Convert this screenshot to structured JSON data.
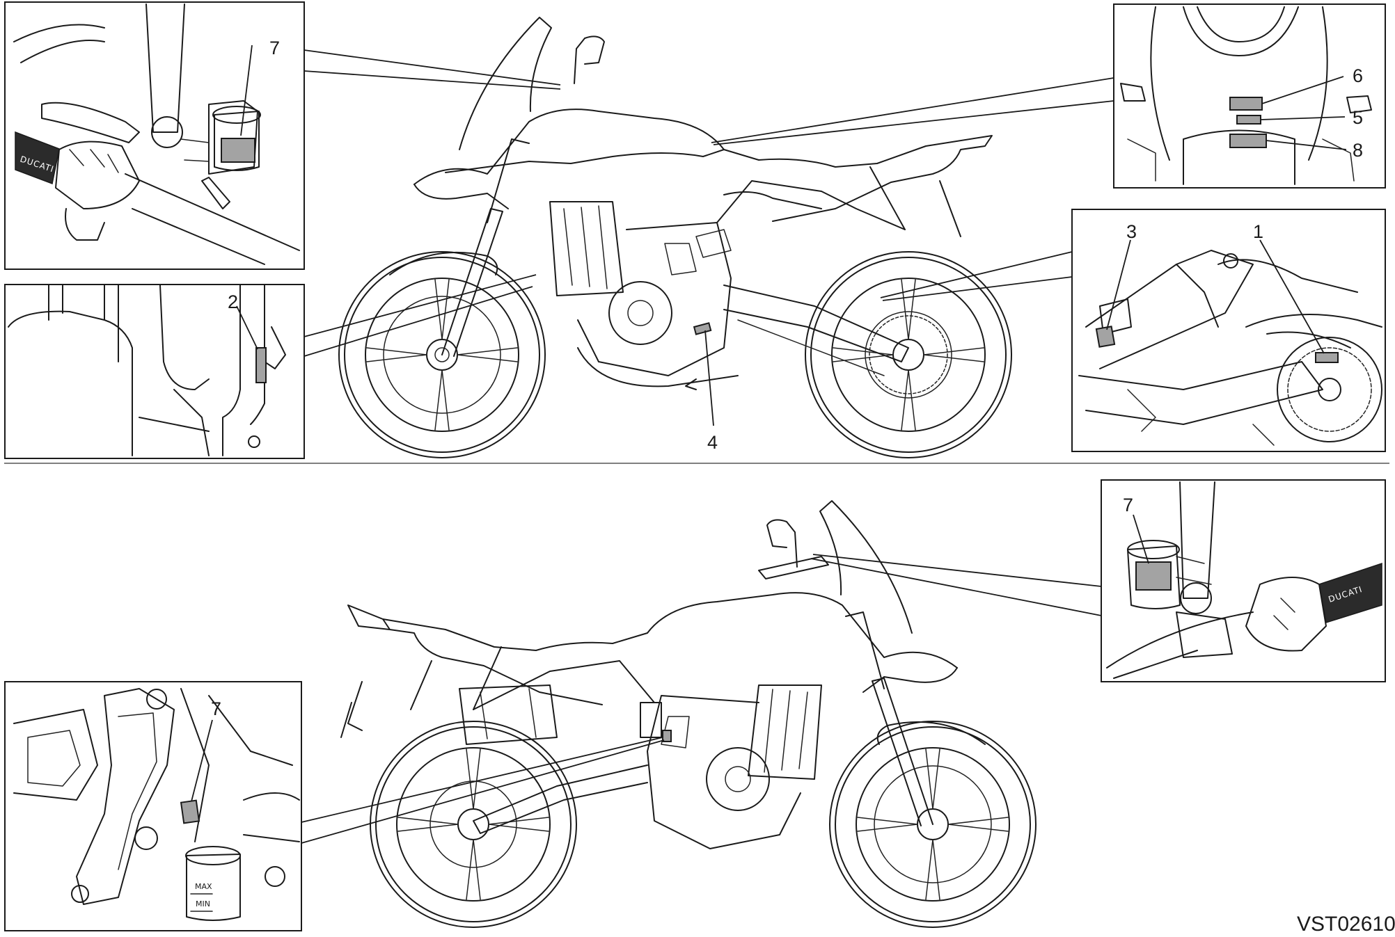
{
  "diagram": {
    "code": "VST02610",
    "callouts": {
      "n1": "1",
      "n2": "2",
      "n3": "3",
      "n4": "4",
      "n5": "5",
      "n6": "6",
      "n7": "7",
      "n8": "8"
    },
    "grip_brand": "DUCATI",
    "reservoir_max": "MAX",
    "reservoir_min": "MIN"
  },
  "colors": {
    "plate": "#a3a3a3",
    "line": "#1a1a1a",
    "background": "#ffffff"
  },
  "icons": [
    "motorcycle-left-side-drawing",
    "motorcycle-right-side-drawing",
    "label-plate"
  ]
}
